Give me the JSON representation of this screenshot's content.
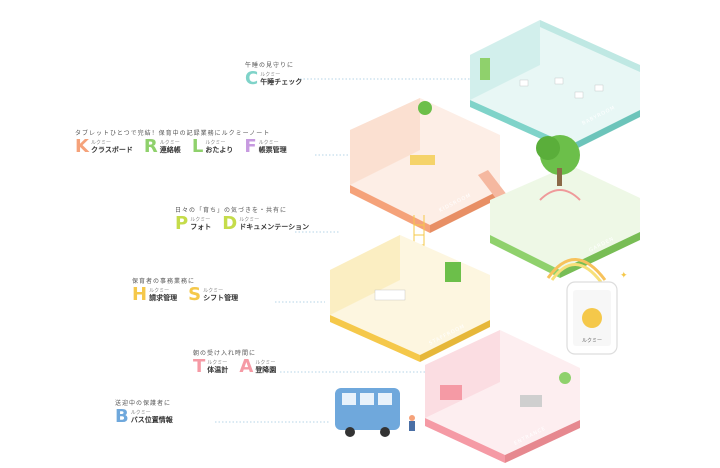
{
  "colors": {
    "baby": "#7fd3c9",
    "kids": "#f5a27a",
    "garden": "#8fd16c",
    "staff": "#f5c84a",
    "entrance": "#f59aa5",
    "bus": "#6fa8dc",
    "tablet": "#f5c84a"
  },
  "rows": [
    {
      "caption": "午睡の見守りに",
      "features": [
        {
          "letter": "C",
          "color": "#7fd3c9",
          "sub": "ルクミー",
          "main": "午睡チェック"
        }
      ]
    },
    {
      "caption": "タブレットひとつで完結！保育中の記録業務にルクミーノート",
      "features": [
        {
          "letter": "K",
          "color": "#f5a27a",
          "sub": "ルクミー",
          "main": "クラスボード"
        },
        {
          "letter": "R",
          "color": "#8fd16c",
          "sub": "ルクミー",
          "main": "連絡帳"
        },
        {
          "letter": "L",
          "color": "#8fd16c",
          "sub": "ルクミー",
          "main": "おたより"
        },
        {
          "letter": "F",
          "color": "#c79ae0",
          "sub": "ルクミー",
          "main": "帳票管理"
        }
      ]
    },
    {
      "caption": "日々の「育ち」の気づきを・共有に",
      "features": [
        {
          "letter": "P",
          "color": "#c5dc4a",
          "sub": "ルクミー",
          "main": "フォト"
        },
        {
          "letter": "D",
          "color": "#c5dc4a",
          "sub": "ルクミー",
          "main": "ドキュメンテーション"
        }
      ]
    },
    {
      "caption": "保育者の事務業務に",
      "features": [
        {
          "letter": "H",
          "color": "#f5c84a",
          "sub": "ルクミー",
          "main": "請求管理"
        },
        {
          "letter": "S",
          "color": "#f5c84a",
          "sub": "ルクミー",
          "main": "シフト管理"
        }
      ]
    },
    {
      "caption": "朝の受け入れ時間に",
      "features": [
        {
          "letter": "T",
          "color": "#f59aa5",
          "sub": "ルクミー",
          "main": "体温計"
        },
        {
          "letter": "A",
          "color": "#f59aa5",
          "sub": "ルクミー",
          "main": "登降園"
        }
      ]
    },
    {
      "caption": "送迎中の保護者に",
      "features": [
        {
          "letter": "B",
          "color": "#6fa8dc",
          "sub": "ルクミー",
          "main": "バス位置情報"
        }
      ]
    }
  ],
  "rooms": {
    "baby": "BABYROOM",
    "kids": "KIDSROOM",
    "garden": "GARDEN",
    "staff": "STAFFROOM",
    "entrance": "ENTRANCE"
  },
  "tablet": {
    "label": "ルクミー"
  }
}
